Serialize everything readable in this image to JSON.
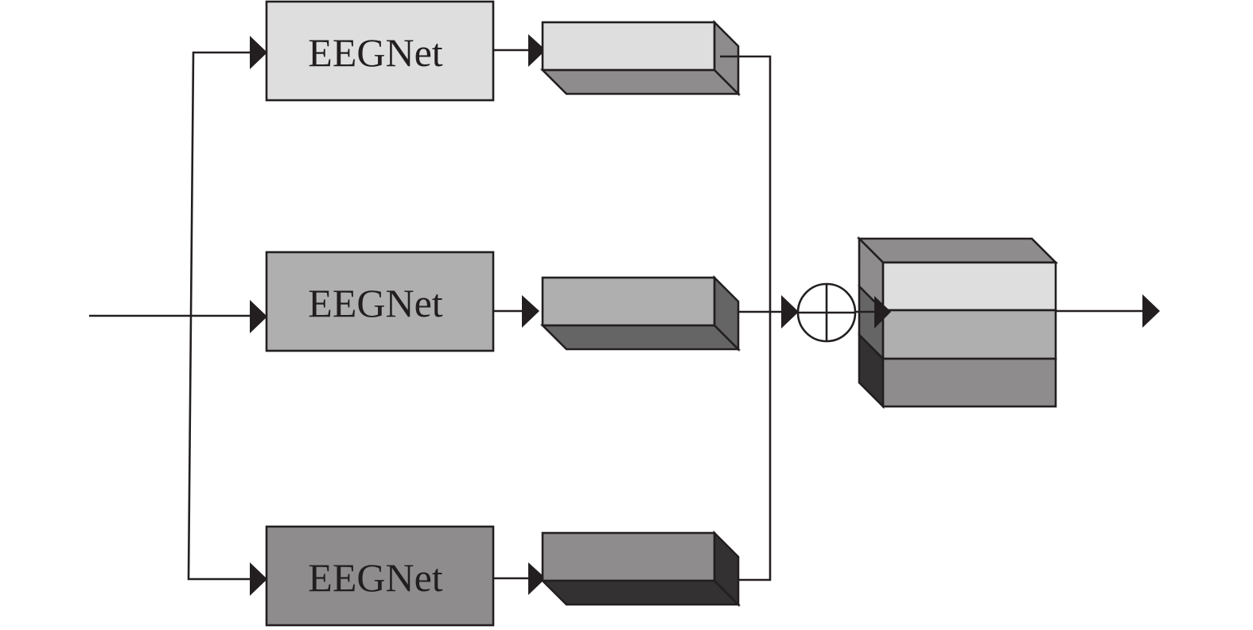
{
  "diagram": {
    "branches": [
      {
        "label": "EEGNet",
        "box_color": "#dedede",
        "feat_front": "#dedede",
        "feat_bottom": "#8e8c8d",
        "feat_side": "#8e8c8d"
      },
      {
        "label": "EEGNet",
        "box_color": "#afafaf",
        "feat_front": "#afafaf",
        "feat_bottom": "#666566",
        "feat_side": "#666566"
      },
      {
        "label": "EEGNet",
        "box_color": "#8e8c8d",
        "feat_front": "#8e8c8d",
        "feat_bottom": "#333132",
        "feat_side": "#333132"
      }
    ],
    "concat_symbol": "circle-plus",
    "stack_layers": [
      "#dedede",
      "#afafaf",
      "#8e8c8d"
    ],
    "stack_top": "#8e8c8d",
    "stack_side": [
      "#8e8c8d",
      "#666566",
      "#333132"
    ],
    "line_color": "#231f20"
  }
}
